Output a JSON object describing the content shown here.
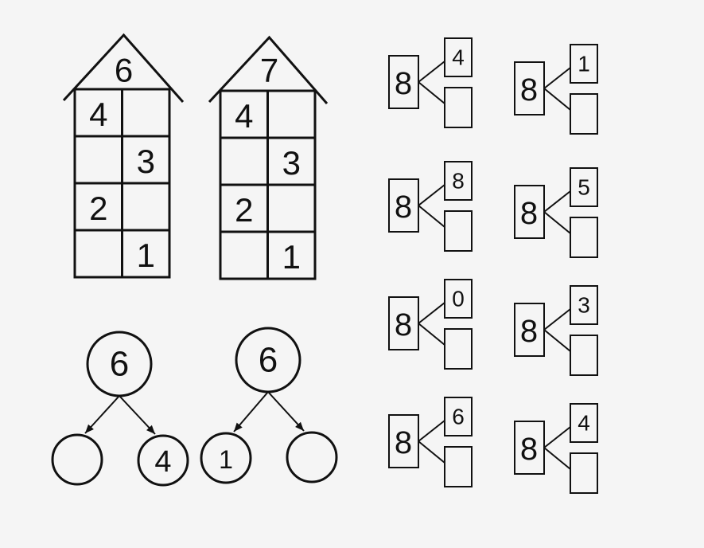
{
  "houses": [
    {
      "roof": "6",
      "rows": [
        [
          "4",
          ""
        ],
        [
          "",
          "3"
        ],
        [
          "2",
          ""
        ],
        [
          "",
          "1"
        ]
      ]
    },
    {
      "roof": "7",
      "rows": [
        [
          "4",
          ""
        ],
        [
          "",
          "3"
        ],
        [
          "2",
          ""
        ],
        [
          "",
          "1"
        ]
      ]
    }
  ],
  "trees": [
    {
      "top": "6",
      "left": "",
      "right": "4"
    },
    {
      "top": "6",
      "left": "1",
      "right": ""
    }
  ],
  "splits": [
    {
      "whole": "8",
      "part": "4"
    },
    {
      "whole": "8",
      "part": "1"
    },
    {
      "whole": "8",
      "part": "8"
    },
    {
      "whole": "8",
      "part": "5"
    },
    {
      "whole": "8",
      "part": "0"
    },
    {
      "whole": "8",
      "part": "3"
    },
    {
      "whole": "8",
      "part": "6"
    },
    {
      "whole": "8",
      "part": "4"
    }
  ]
}
